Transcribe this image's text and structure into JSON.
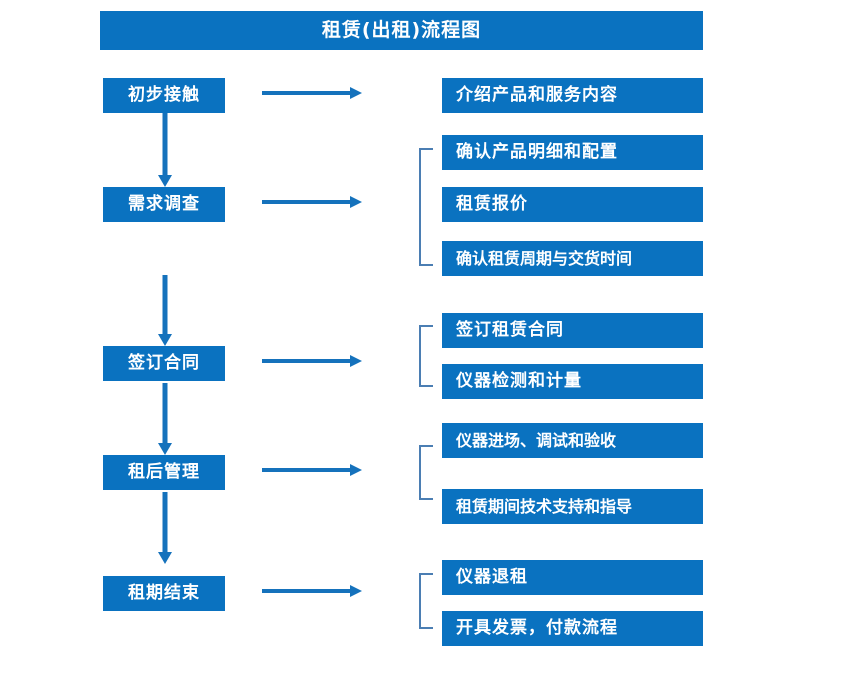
{
  "flowchart": {
    "title": "租赁(出租)流程图",
    "colors": {
      "box_blue": "#0A72C0",
      "arrow_blue": "#1572BC",
      "bracket_blue": "#4B7EB3",
      "text_white": "#FFFFFF",
      "background": "#FFFFFF"
    },
    "stages": [
      {
        "label": "初步接触",
        "arrow_name": "arrow-to-details-1",
        "details": [
          "介绍产品和服务内容"
        ],
        "bracketed": false
      },
      {
        "label": "需求调查",
        "arrow_name": "arrow-to-details-2",
        "details": [
          "确认产品明细和配置",
          "租赁报价",
          "确认租赁周期与交货时间"
        ],
        "bracketed": true
      },
      {
        "label": "签订合同",
        "arrow_name": "arrow-to-details-3",
        "details": [
          "签订租赁合同",
          "仪器检测和计量"
        ],
        "bracketed": true
      },
      {
        "label": "租后管理",
        "arrow_name": "arrow-to-details-4",
        "details": [
          "仪器进场、调试和验收",
          "租赁期间技术支持和指导"
        ],
        "bracketed": true
      },
      {
        "label": "租期结束",
        "arrow_name": "arrow-to-details-5",
        "details": [
          "仪器退租",
          "开具发票，付款流程"
        ],
        "bracketed": true
      }
    ],
    "flow_connectors": [
      "初步接触 → 需求调查",
      "需求调查 → 签订合同",
      "签订合同 → 租后管理",
      "租后管理 → 租期结束"
    ]
  }
}
